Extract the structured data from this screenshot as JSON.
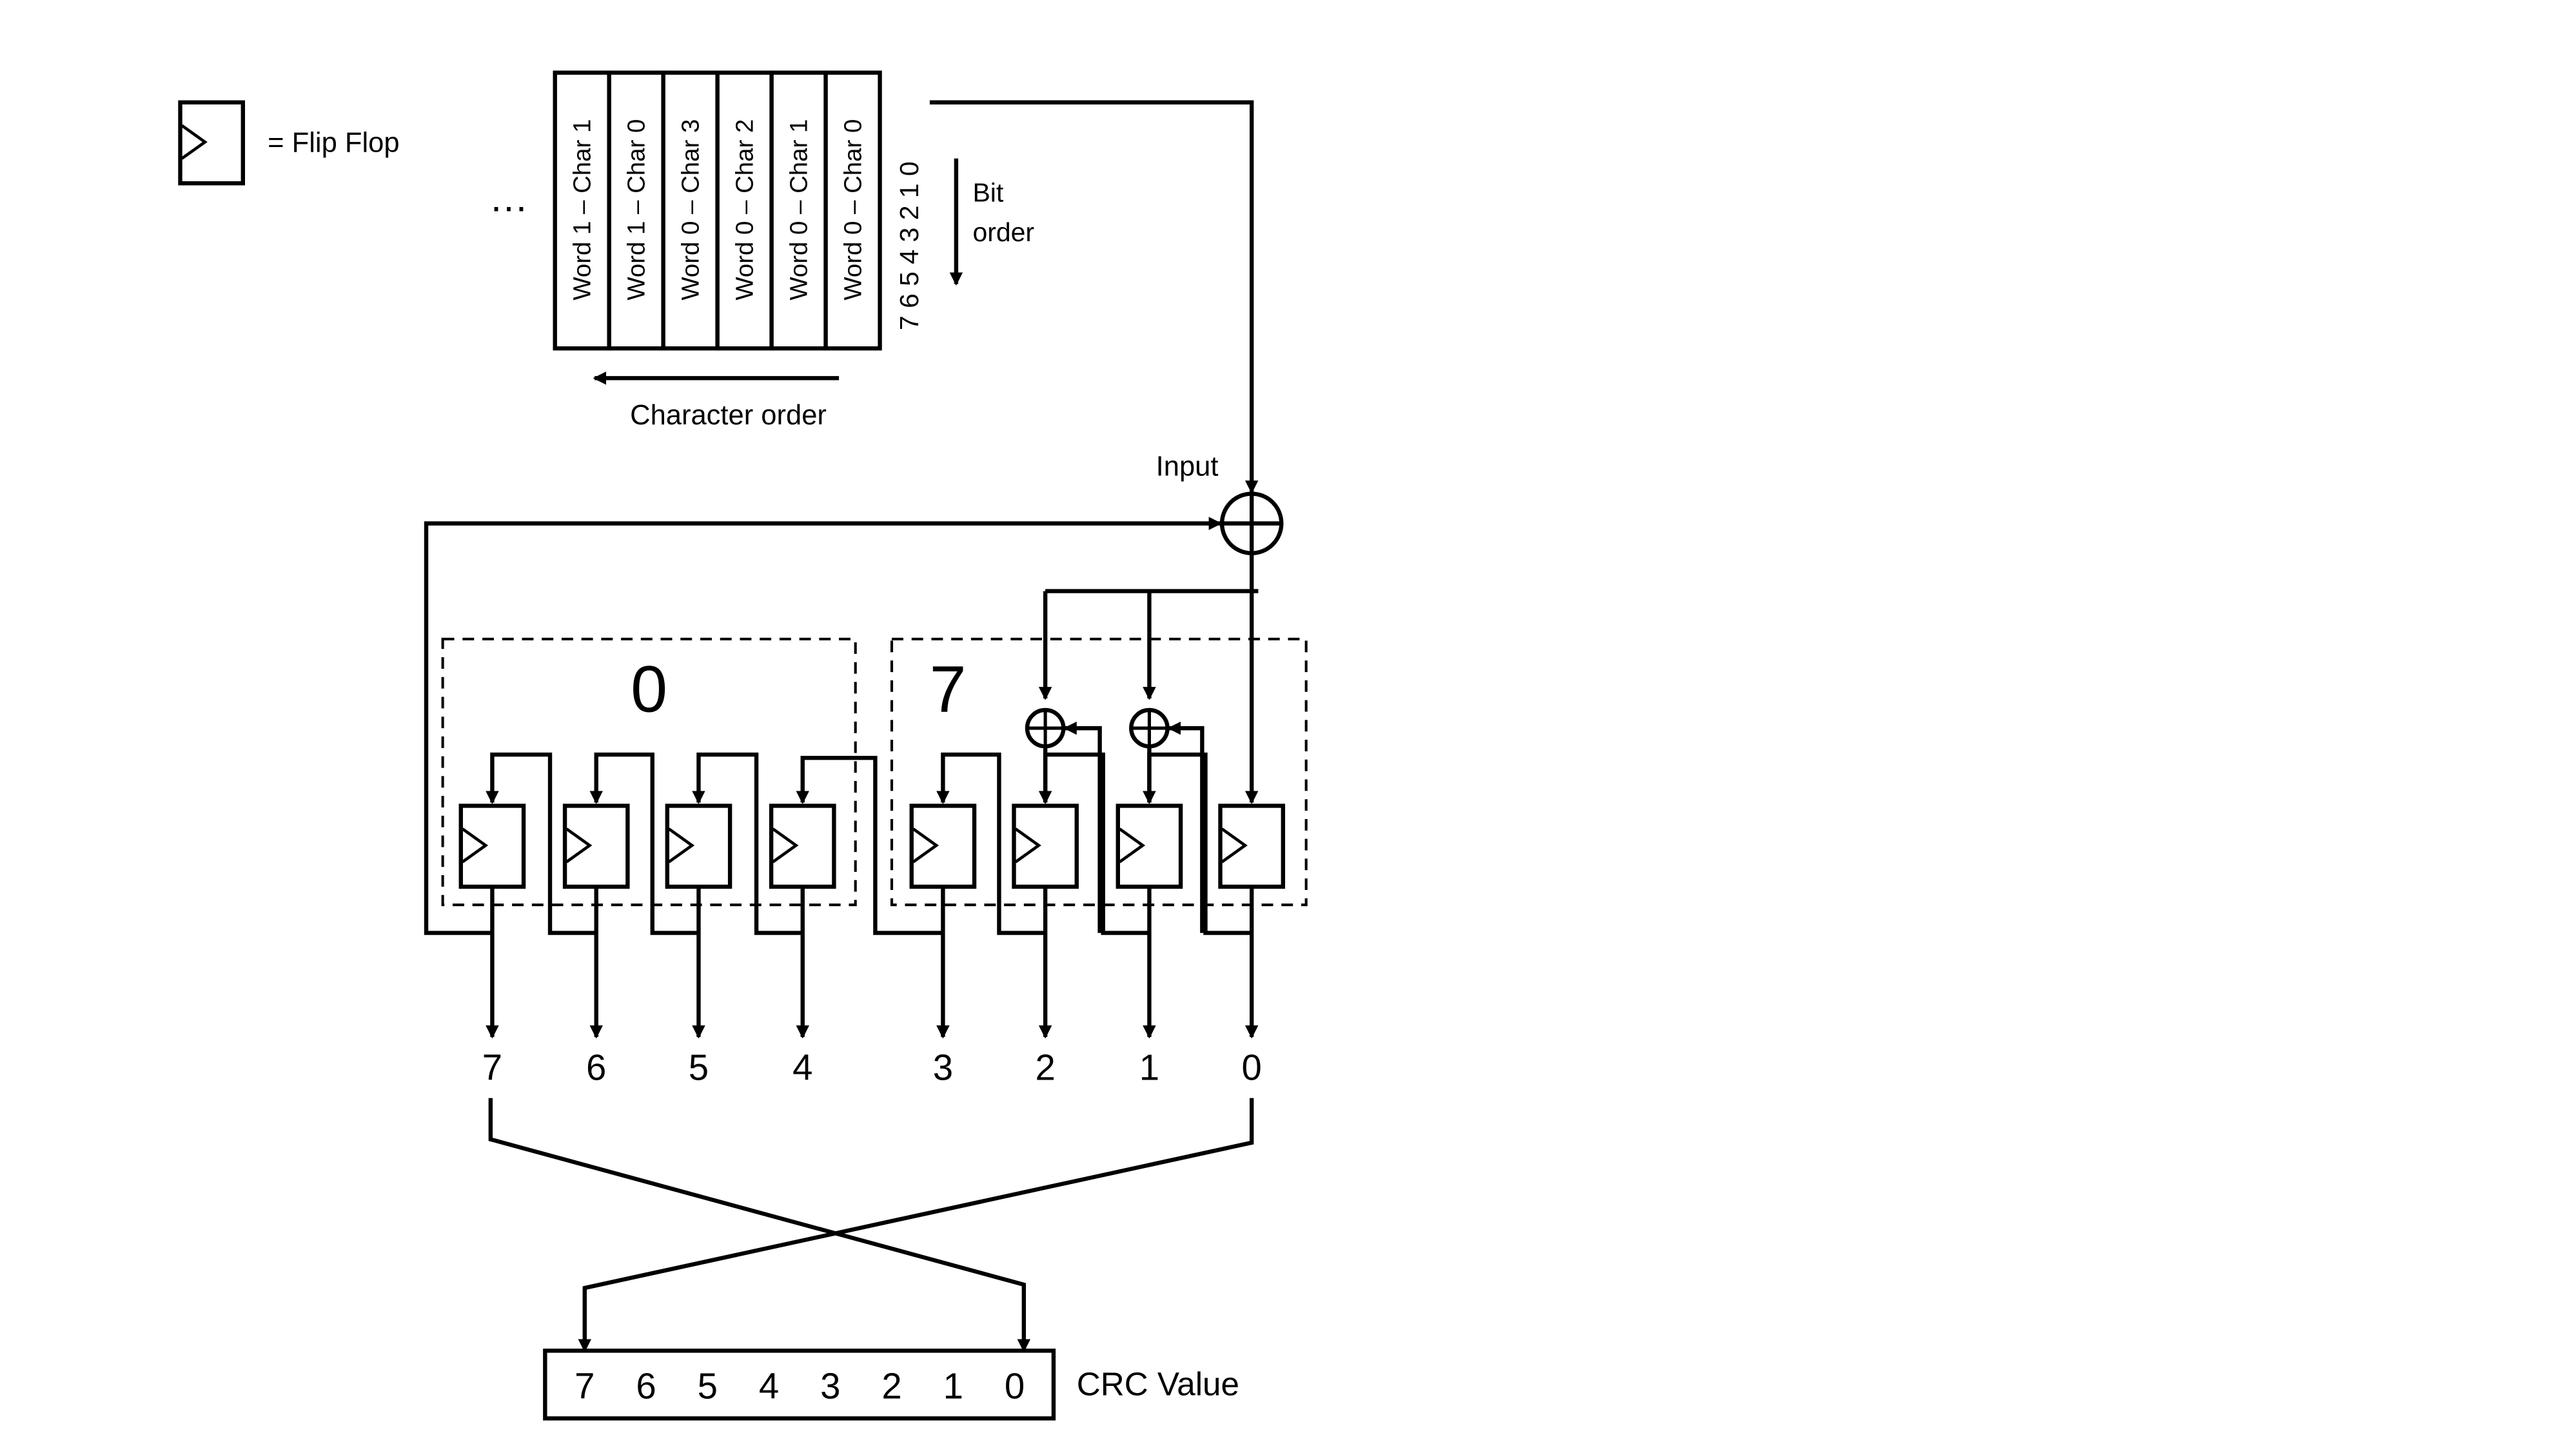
{
  "legend": {
    "label": "= Flip Flop",
    "icon": "flip-flop-icon"
  },
  "char_register": {
    "cells": [
      "Word 1 – Char 1",
      "Word 1 – Char 0",
      "Word 0 – Char 3",
      "Word 0 – Char 2",
      "Word 0 – Char 1",
      "Word 0 – Char 0"
    ],
    "ellipsis": "…",
    "bit_numbers": "7 6 5 4 3 2 1 0",
    "bit_order_label": [
      "Bit",
      "order"
    ],
    "character_order_label": "Character order"
  },
  "input_label": "Input",
  "shift_register": {
    "group_left_label": "0",
    "group_right_label": "7",
    "outputs": [
      "7",
      "6",
      "5",
      "4",
      "3",
      "2",
      "1",
      "0"
    ]
  },
  "crc": {
    "bits": [
      "7",
      "6",
      "5",
      "4",
      "3",
      "2",
      "1",
      "0"
    ],
    "label": "CRC Value"
  }
}
